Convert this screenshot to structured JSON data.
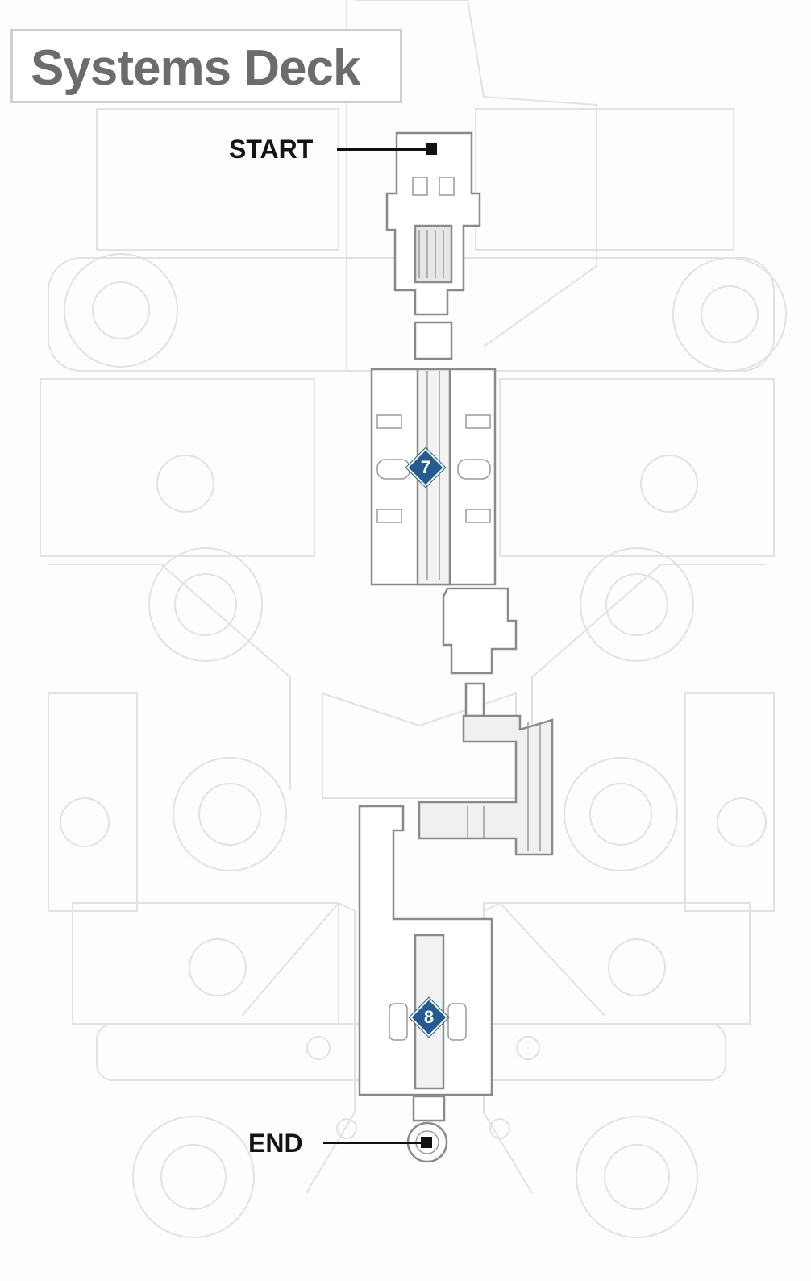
{
  "title": "Systems Deck",
  "route": {
    "start_label": "START",
    "end_label": "END"
  },
  "markers": [
    "7",
    "8"
  ],
  "colors": {
    "title_text": "#6c6c6c",
    "marker_fill": "#245b93",
    "blueprint_lines": "#d9d9d9",
    "route_lines": "#8a8a8a"
  },
  "icons": [
    "start-point-icon",
    "end-point-icon",
    "marker-diamond-icon"
  ]
}
